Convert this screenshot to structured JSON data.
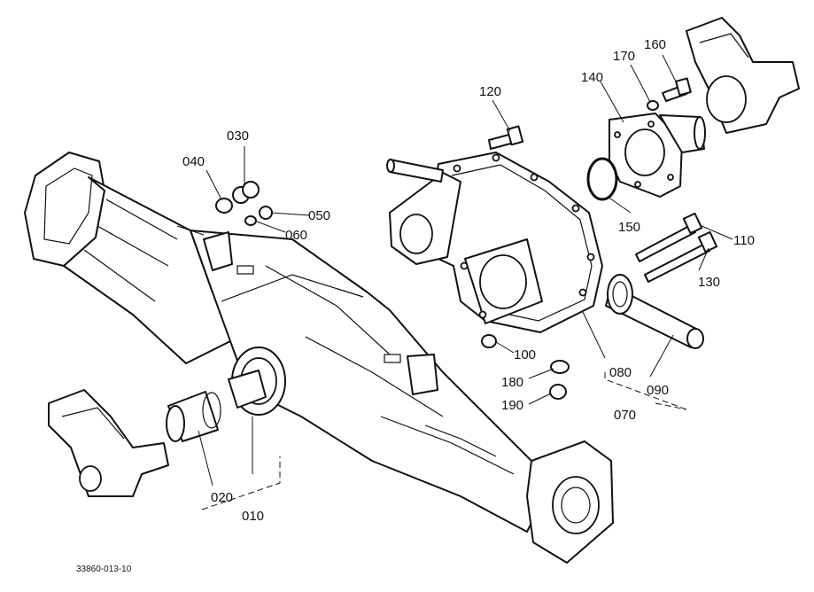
{
  "drawing_ref": "33860-013-10",
  "callouts": [
    {
      "id": "p010",
      "label": "010"
    },
    {
      "id": "p020",
      "label": "020"
    },
    {
      "id": "p030",
      "label": "030"
    },
    {
      "id": "p040",
      "label": "040"
    },
    {
      "id": "p050",
      "label": "050"
    },
    {
      "id": "p060",
      "label": "060"
    },
    {
      "id": "p070",
      "label": "070"
    },
    {
      "id": "p080",
      "label": "080"
    },
    {
      "id": "p090",
      "label": "090"
    },
    {
      "id": "p100",
      "label": "100"
    },
    {
      "id": "p110",
      "label": "110"
    },
    {
      "id": "p120",
      "label": "120"
    },
    {
      "id": "p130",
      "label": "130"
    },
    {
      "id": "p140",
      "label": "140"
    },
    {
      "id": "p150",
      "label": "150"
    },
    {
      "id": "p160",
      "label": "160"
    },
    {
      "id": "p170",
      "label": "170"
    },
    {
      "id": "p180",
      "label": "180"
    },
    {
      "id": "p190",
      "label": "190"
    }
  ]
}
